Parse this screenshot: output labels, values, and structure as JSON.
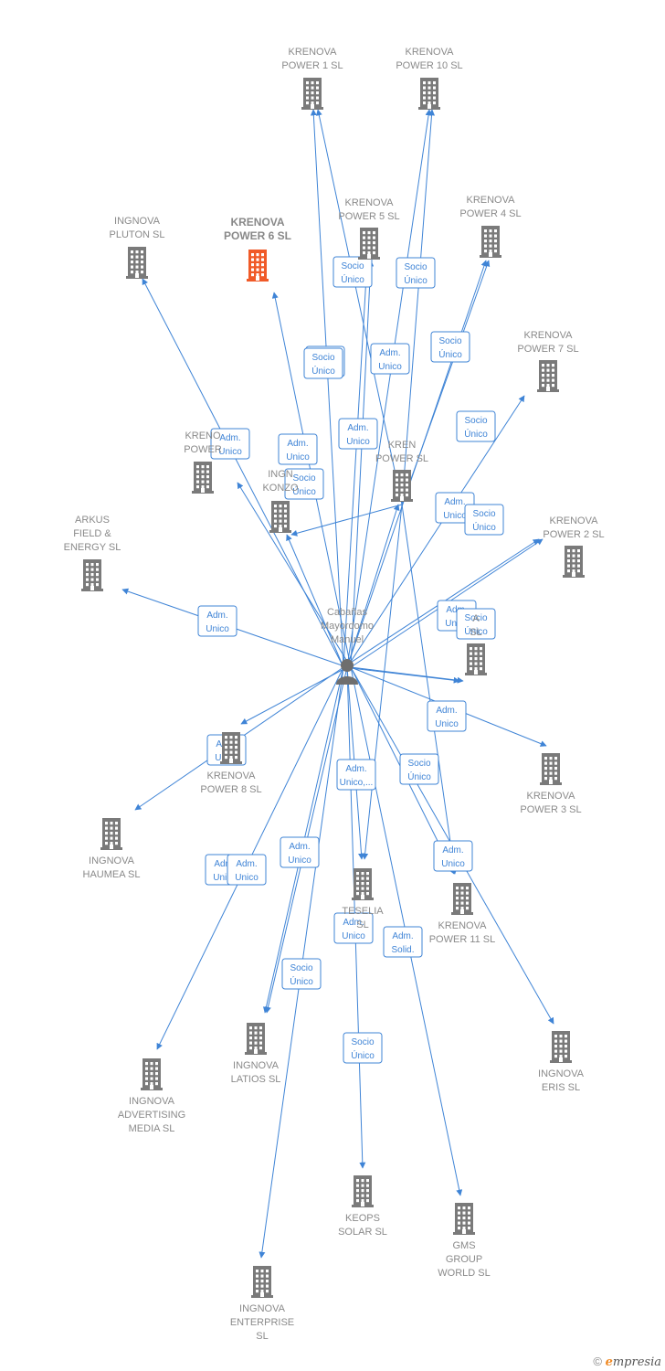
{
  "colors": {
    "edge": "#3f84d6",
    "node": "#7a7a7a",
    "focus_node": "#f05a28",
    "label": "#8a8a8a"
  },
  "person": {
    "name_lines": [
      "Cabañas",
      "Mayordomo",
      "Manuel"
    ],
    "icon": "person-icon"
  },
  "companies": [
    {
      "id": "krenova1",
      "lines": [
        "KRENOVA",
        "POWER 1  SL"
      ]
    },
    {
      "id": "krenova10",
      "lines": [
        "KRENOVA",
        "POWER 10  SL"
      ]
    },
    {
      "id": "krenova5",
      "lines": [
        "KRENOVA",
        "POWER 5  SL"
      ]
    },
    {
      "id": "krenova4",
      "lines": [
        "KRENOVA",
        "POWER 4  SL"
      ]
    },
    {
      "id": "pluton",
      "lines": [
        "INGNOVA",
        "PLUTON  SL"
      ]
    },
    {
      "id": "krenova6",
      "lines": [
        "KRENOVA",
        "POWER 6  SL"
      ],
      "focus": true
    },
    {
      "id": "krenova7",
      "lines": [
        "KRENOVA",
        "POWER 7  SL"
      ]
    },
    {
      "id": "krenova9",
      "lines": [
        "KRENO",
        "POWER"
      ]
    },
    {
      "id": "konzo",
      "lines": [
        "INGN",
        "KONZO"
      ]
    },
    {
      "id": "krenovaC",
      "lines": [
        "KREN",
        "POWER  SL"
      ]
    },
    {
      "id": "krenova2",
      "lines": [
        "KRENOVA",
        "POWER 2  SL"
      ]
    },
    {
      "id": "arkus",
      "lines": [
        "ARKUS",
        "FIELD &",
        "ENERGY  SL"
      ]
    },
    {
      "id": "krenovaE",
      "lines": [
        "A",
        "SL"
      ]
    },
    {
      "id": "krenova8",
      "lines": [
        "KRENOVA",
        "POWER 8  SL"
      ]
    },
    {
      "id": "krenova3",
      "lines": [
        "KRENOVA",
        "POWER 3  SL"
      ]
    },
    {
      "id": "haumea",
      "lines": [
        "INGNOVA",
        "HAUMEA  SL"
      ]
    },
    {
      "id": "teselia",
      "lines": [
        "TESELIA",
        "SL"
      ]
    },
    {
      "id": "krenova11",
      "lines": [
        "KRENOVA",
        "POWER 11  SL"
      ]
    },
    {
      "id": "latios",
      "lines": [
        "INGNOVA",
        "LATIOS  SL"
      ]
    },
    {
      "id": "eris",
      "lines": [
        "INGNOVA",
        "ERIS  SL"
      ]
    },
    {
      "id": "advertising",
      "lines": [
        "INGNOVA",
        "ADVERTISING",
        "MEDIA  SL"
      ]
    },
    {
      "id": "keops",
      "lines": [
        "KEOPS",
        "SOLAR  SL"
      ]
    },
    {
      "id": "gms",
      "lines": [
        "GMS",
        "GROUP",
        "WORLD  SL"
      ]
    },
    {
      "id": "enterprise",
      "lines": [
        "INGNOVA",
        "ENTERPRISE",
        "SL"
      ]
    }
  ],
  "relations": [
    {
      "to": "krenova1",
      "label": [
        "Socio",
        "Único"
      ]
    },
    {
      "to": "krenova10",
      "label": [
        "Socio",
        "Único"
      ]
    },
    {
      "to": "krenova5",
      "label": [
        "Socio",
        "Único"
      ]
    },
    {
      "to": "krenova5",
      "label": [
        "Adm.",
        "Unico"
      ]
    },
    {
      "to": "krenova4",
      "label": [
        "Socio",
        "Único"
      ]
    },
    {
      "to": "krenova6",
      "label": [
        "Socio",
        "Único"
      ]
    },
    {
      "to": "pluton",
      "label": [
        "Adm.",
        "Unico"
      ]
    },
    {
      "to": "krenova7",
      "label": [
        "Socio",
        "Único"
      ]
    },
    {
      "to": "krenova9",
      "label": [
        "Adm.",
        "Unico"
      ]
    },
    {
      "to": "konzo",
      "label": [
        "Socio",
        "Único"
      ]
    },
    {
      "to": "krenovaC",
      "label": [
        "Adm.",
        "Unico"
      ]
    },
    {
      "to": "krenova2",
      "label": [
        "Adm.",
        "Unico"
      ]
    },
    {
      "to": "krenova2",
      "label": [
        "Socio",
        "Único"
      ]
    },
    {
      "to": "arkus",
      "label": [
        "Adm.",
        "Unico"
      ]
    },
    {
      "to": "krenovaE",
      "label": [
        "Adm.",
        "Unico"
      ]
    },
    {
      "to": "krenovaE",
      "label": [
        "Socio",
        "Único"
      ]
    },
    {
      "to": "krenova8",
      "label": [
        "Adm.",
        "Unico"
      ]
    },
    {
      "to": "krenova3",
      "label": [
        "Adm.",
        "Unico"
      ]
    },
    {
      "to": "haumea",
      "label": [
        "Adm.",
        "Unico"
      ]
    },
    {
      "to": "teselia",
      "label": [
        "Adm.",
        "Unico,..."
      ]
    },
    {
      "to": "krenova11",
      "label": [
        "Adm.",
        "Unico"
      ]
    },
    {
      "to": "latios",
      "label": [
        "Socio",
        "Único"
      ]
    },
    {
      "to": "latios",
      "label": [
        "Adm.",
        "Unico"
      ]
    },
    {
      "to": "eris",
      "label": [
        "Socio",
        "Único"
      ]
    },
    {
      "to": "advertising",
      "label": [
        "Adm.",
        "Unico"
      ]
    },
    {
      "to": "keops",
      "label": [
        "Socio",
        "Único"
      ]
    },
    {
      "to": "gms",
      "label": [
        "Adm.",
        "Solid."
      ]
    },
    {
      "to": "enterprise",
      "label": [
        "Adm.",
        "Unico"
      ]
    }
  ],
  "footer": {
    "copyright": "©",
    "brand_first": "e",
    "brand_rest": "mpresia"
  }
}
